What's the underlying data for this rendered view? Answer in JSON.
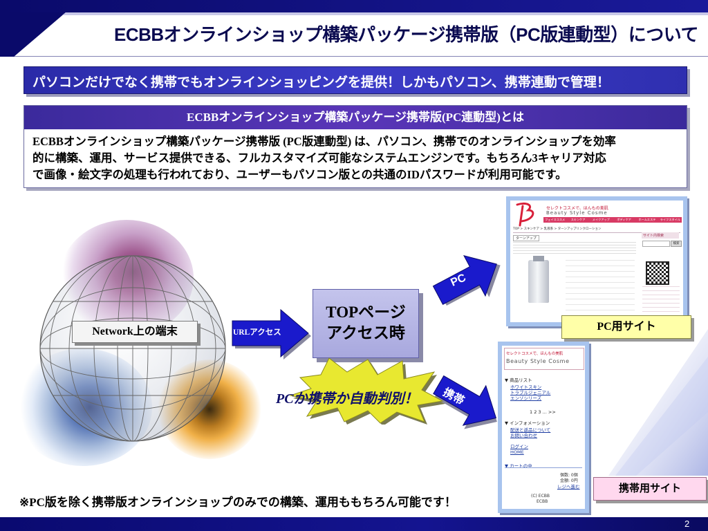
{
  "header": {
    "title": "ECBBオンラインショップ構築パッケージ携帯版（PC版連動型）について"
  },
  "banner": {
    "text": "パソコンだけでなく携帯でもオンラインショッピングを提供！しかもパソコン、携帯連動で管理！"
  },
  "about": {
    "heading": "ECBBオンラインショップ構築パッケージ携帯版(PC連動型)とは",
    "line1": "ECBBオンラインショップ構築パッケージ携帯版 (PC版連動型) は、パソコン、携帯でのオンラインショップを効率",
    "line2": "的に構築、運用、サービス提供できる、フルカスタマイズ可能なシステムエンジンです。もちろん3キャリア対応",
    "line3": "で画像・絵文字の処理も行われており、ユーザーもパソコン版との共通のIDパスワードが利用可能です。"
  },
  "diagram": {
    "terminal_label": "Network上の端末",
    "url_access": "URLアクセス",
    "top_page_line1": "TOPページ",
    "top_page_line2": "アクセス時",
    "auto_detect": "PCか携帯か自動判別！",
    "pc_arrow": "PC",
    "mobile_arrow": "携帯",
    "pc_site_label": "PC用サイト",
    "mobile_site_label": "携帯用サイト"
  },
  "pc_site": {
    "tagline": "セレクトコスメで、ほんもの美肌",
    "brand": "Beauty Style Cosme",
    "nav": [
      "フェイスコスメ",
      "スキンケア",
      "メイクアップ",
      "ボディケア",
      "ホームエステ",
      "ライフスタイル"
    ],
    "breadcrumb": "TOP > スキンケア > 乳液系 > ターンアップリンクローション",
    "product_tag": "ターンアップ",
    "search_heading": "サイト内検索",
    "search_button": "検索"
  },
  "mobile_site": {
    "tagline": "セレクトコスメで、ほんもの美肌",
    "brand": "Beauty Style Cosme",
    "product_list": "▼ 商品リスト",
    "items": [
      "ホワイトスキン",
      "トラブルジェニアル",
      "エンゾシリーズ"
    ],
    "pager": "1 2 3 ... >>",
    "info": "▼ インフォメーション",
    "info_links": [
      "配送と返品について",
      "お問い合わせ"
    ],
    "member_links": [
      "ログイン",
      "HOME"
    ],
    "cart": "▼ カートの中",
    "cart_count": "個数: 0個",
    "cart_total": "金額: 0円",
    "cart_link": "レジへ進む",
    "copyright_line1": "(C) ECBB",
    "copyright_line2": "ECBB"
  },
  "footnote": "※PC版を除く携帯版オンラインショップのみでの構築、運用ももちろん可能です！",
  "page_number": "2",
  "colors": {
    "navy": "#0a0a70",
    "banner_blue": "#3333bb",
    "about_purple": "#4a30aa",
    "arrow_blue": "#1a1acc",
    "burst_yellow": "#e8e830"
  }
}
